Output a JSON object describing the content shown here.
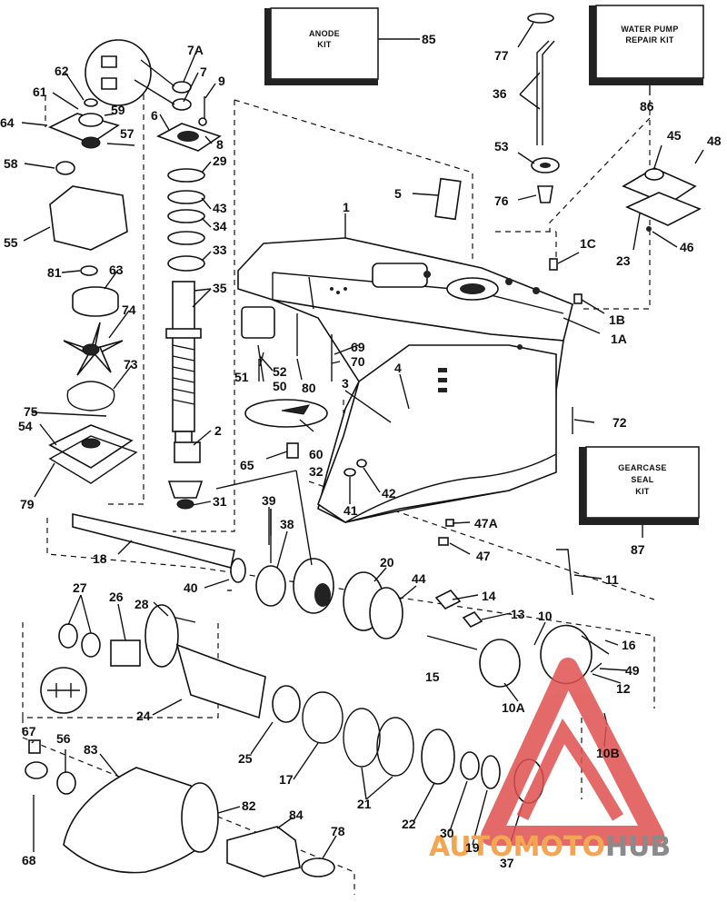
{
  "kits": {
    "anode": [
      "ANODE",
      "KIT"
    ],
    "water_pump": [
      "WATER PUMP",
      "REPAIR KIT"
    ],
    "gearcase_seal": [
      "GEARCASE",
      "SEAL",
      "KIT"
    ]
  },
  "labels": [
    "1",
    "1A",
    "1B",
    "1C",
    "2",
    "3",
    "4",
    "5",
    "6",
    "7",
    "7A",
    "8",
    "9",
    "10",
    "10A",
    "10B",
    "11",
    "12",
    "13",
    "14",
    "15",
    "16",
    "17",
    "18",
    "19",
    "20",
    "21",
    "22",
    "23",
    "24",
    "25",
    "26",
    "27",
    "28",
    "29",
    "30",
    "31",
    "32",
    "33",
    "34",
    "35",
    "36",
    "37",
    "38",
    "39",
    "40",
    "41",
    "42",
    "43",
    "44",
    "45",
    "46",
    "47",
    "47A",
    "48",
    "49",
    "50",
    "51",
    "52",
    "53",
    "54",
    "55",
    "56",
    "57",
    "58",
    "59",
    "60",
    "61",
    "62",
    "63",
    "64",
    "65",
    "67",
    "68",
    "69",
    "70",
    "72",
    "73",
    "74",
    "75",
    "76",
    "77",
    "78",
    "79",
    "80",
    "81",
    "82",
    "83",
    "84",
    "85",
    "86",
    "87"
  ],
  "watermark": {
    "part1": "AUTOMOTO",
    "part2": "HUB",
    "color1": "#f2a654",
    "color2": "#8a8a8a",
    "logo_color": "#e05050"
  }
}
